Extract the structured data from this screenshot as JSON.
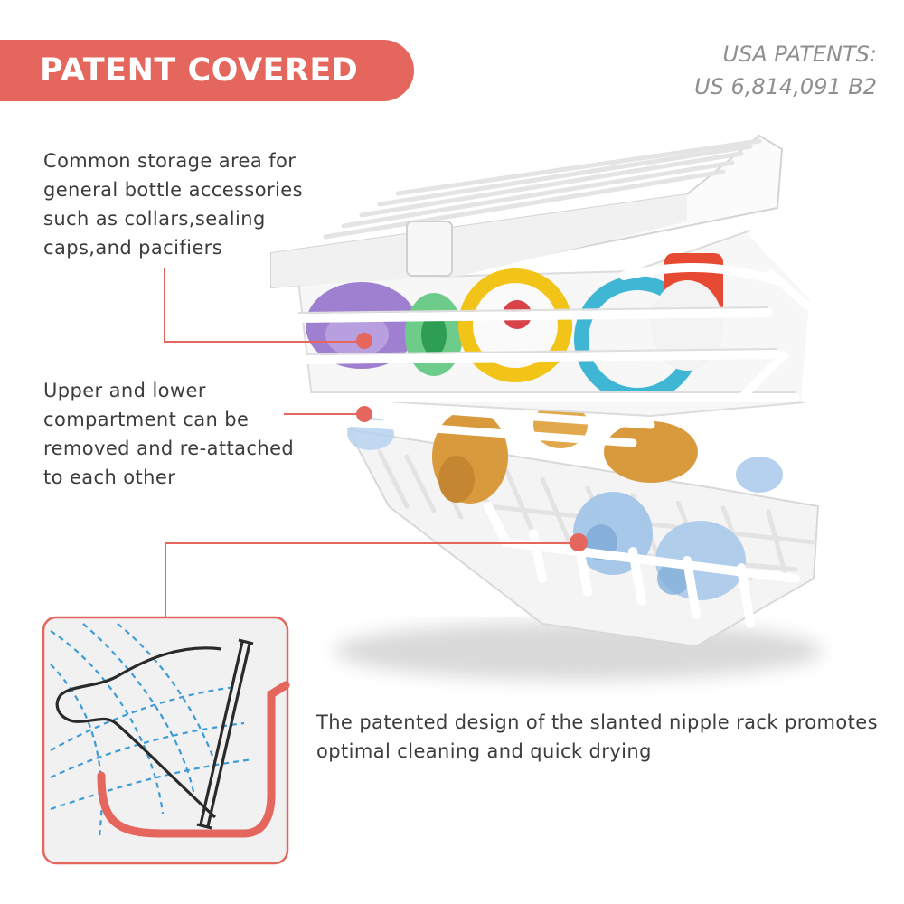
{
  "badge": {
    "label": "PATENT COVERED"
  },
  "patent": {
    "line1": "USA PATENTS:",
    "line2": "US 6,814,091 B2"
  },
  "callouts": {
    "storage": {
      "lines": [
        "Common storage area for",
        "general bottle accessories",
        "such as collars,sealing",
        "caps,and pacifiers"
      ]
    },
    "compartment": {
      "lines": [
        "Upper and lower",
        "compartment can be",
        "removed and re-attached",
        "to each other"
      ]
    },
    "nipple_rack": {
      "lines": [
        "The patented design of the slanted nipple rack promotes",
        "optimal cleaning and quick drying"
      ]
    }
  },
  "colors": {
    "accent": "#e4665c",
    "water": "#3d9bd6",
    "inset_bg": "#f1f1f1",
    "rack": "#ffffff"
  },
  "icons": {
    "product": "dishwasher-basket-illustration",
    "diagram": "slanted-nipple-rack-diagram"
  }
}
